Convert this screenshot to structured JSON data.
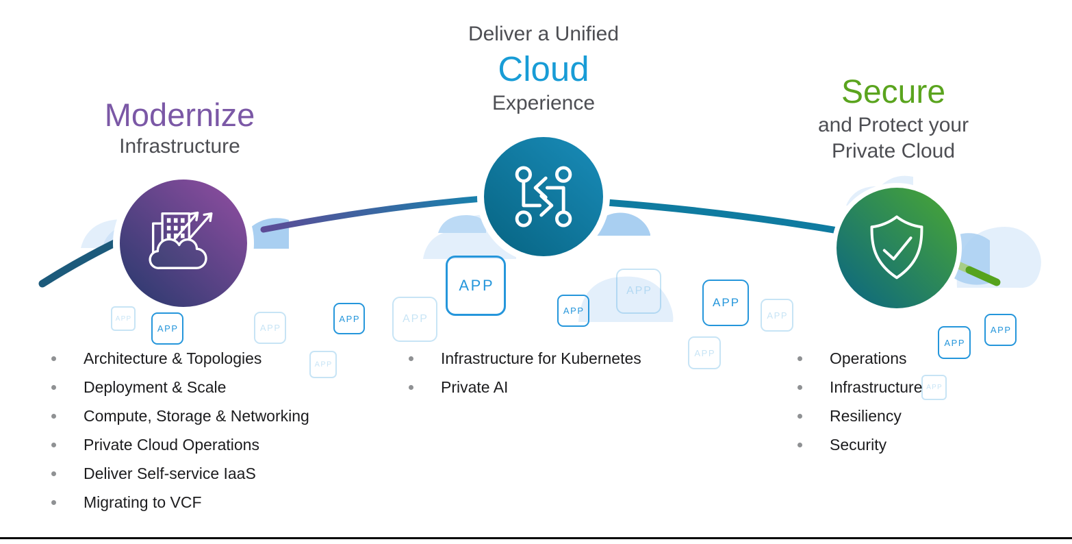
{
  "slide": {
    "app_badge_label": "APP"
  },
  "pillars": [
    {
      "name": "modernize",
      "title": "Modernize",
      "subtitle": "Infrastructure",
      "accent_color": "#7b58a6",
      "icon": "buildings-cloud-growth-icon",
      "items": [
        "Architecture & Topologies",
        "Deployment & Scale",
        "Compute, Storage & Networking",
        "Private Cloud Operations",
        "Deliver Self-service IaaS",
        "Migrating to VCF"
      ]
    },
    {
      "name": "unified-cloud-experience",
      "pre_title": "Deliver a Unified",
      "title": "Cloud",
      "subtitle": "Experience",
      "accent_color": "#189cd6",
      "icon": "network-exchange-icon",
      "items": [
        "Infrastructure for Kubernetes",
        "Private AI"
      ]
    },
    {
      "name": "secure",
      "title": "Secure",
      "subtitle": "and Protect your",
      "subtitle2": "Private Cloud",
      "accent_color": "#5aa41e",
      "icon": "shield-check-icon",
      "items": [
        "Operations",
        "Infrastructure",
        "Resiliency",
        "Security"
      ]
    }
  ],
  "colors": {
    "arc_dark_teal": "#1c5a7b",
    "arc_purple_to_blue": "#5d4b96-#1583ad",
    "arc_teal_blue": "#0f7ba0",
    "arc_green": "#56a31d",
    "app_badge_blue": "#2596db",
    "cloud_light": "#e3effb",
    "cloud_medium": "#a9cff1"
  }
}
